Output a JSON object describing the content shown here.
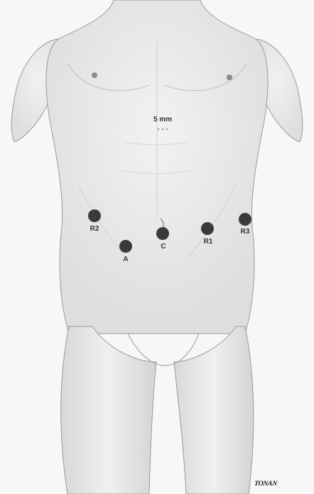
{
  "figure": {
    "incision_label": "5 mm",
    "ports": [
      {
        "id": "R2",
        "label": "R2"
      },
      {
        "id": "A",
        "label": "A"
      },
      {
        "id": "C",
        "label": "C"
      },
      {
        "id": "R1",
        "label": "R1"
      },
      {
        "id": "R3",
        "label": "R3"
      }
    ],
    "signature": "TONAN",
    "colors": {
      "skin": "#ededed",
      "outline": "#9a9a9a",
      "port": "#3a3a3a",
      "background": "#f7f7f7"
    }
  }
}
